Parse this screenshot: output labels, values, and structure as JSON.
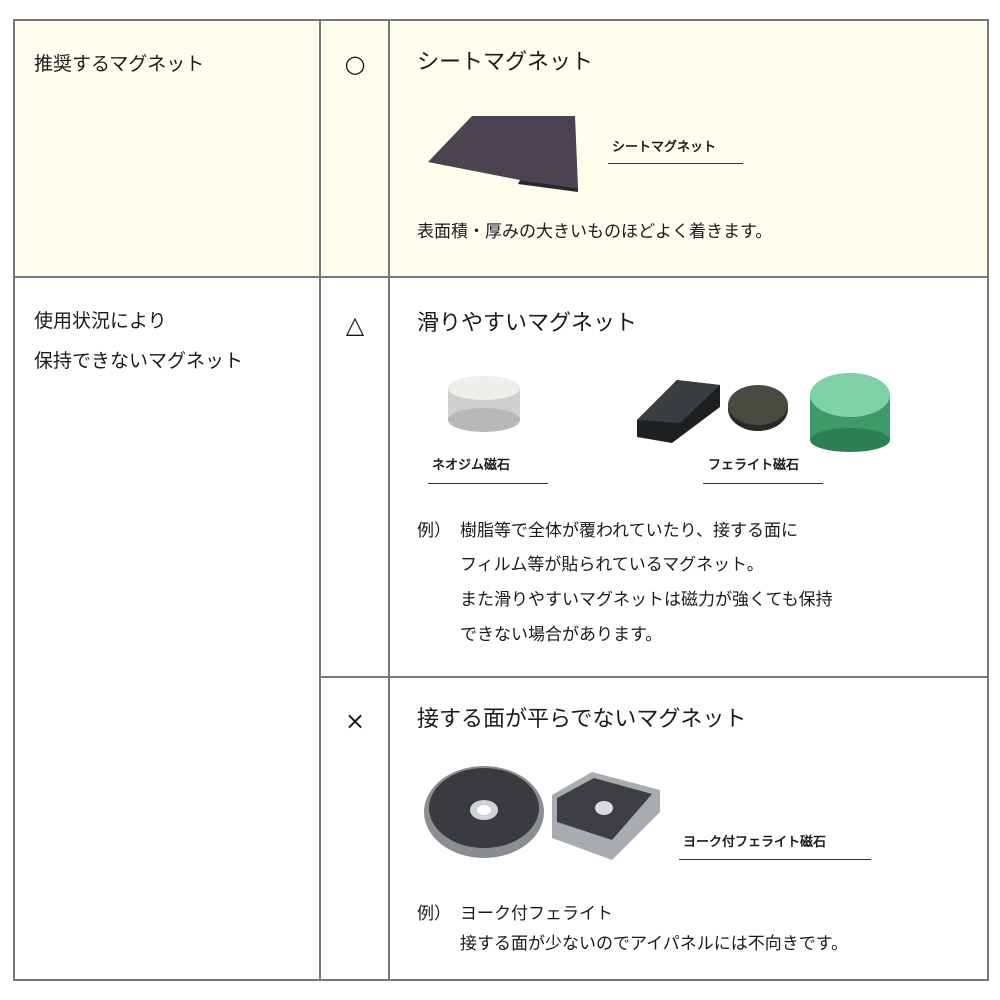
{
  "rows": [
    {
      "category": "推奨するマグネット",
      "mark": "○",
      "title": "シートマグネット",
      "image_labels": [
        "シートマグネット"
      ],
      "note": "表面積・厚みの大きいものほどよく着きます。"
    },
    {
      "category_lines": [
        "使用状況により",
        "保持できないマグネット"
      ]
    },
    {
      "mark": "△",
      "title": "滑りやすいマグネット",
      "image_labels": [
        "ネオジム磁石",
        "フェライト磁石"
      ],
      "example_prefix": "例）",
      "example_lines": [
        "樹脂等で全体が覆われていたり、接する面に",
        "フィルム等が貼られているマグネット。",
        "また滑りやすいマグネットは磁力が強くても保持",
        "できない場合があります。"
      ]
    },
    {
      "mark": "×",
      "title": "接する面が平らでないマグネット",
      "image_labels": [
        "ヨーク付フェライト磁石"
      ],
      "example_prefix": "例）",
      "example_lines": [
        "ヨーク付フェライト",
        "接する面が少ないのでアイパネルには不向きです。"
      ]
    }
  ],
  "colors": {
    "highlight_bg": "#fffdee",
    "border": "#777777"
  }
}
